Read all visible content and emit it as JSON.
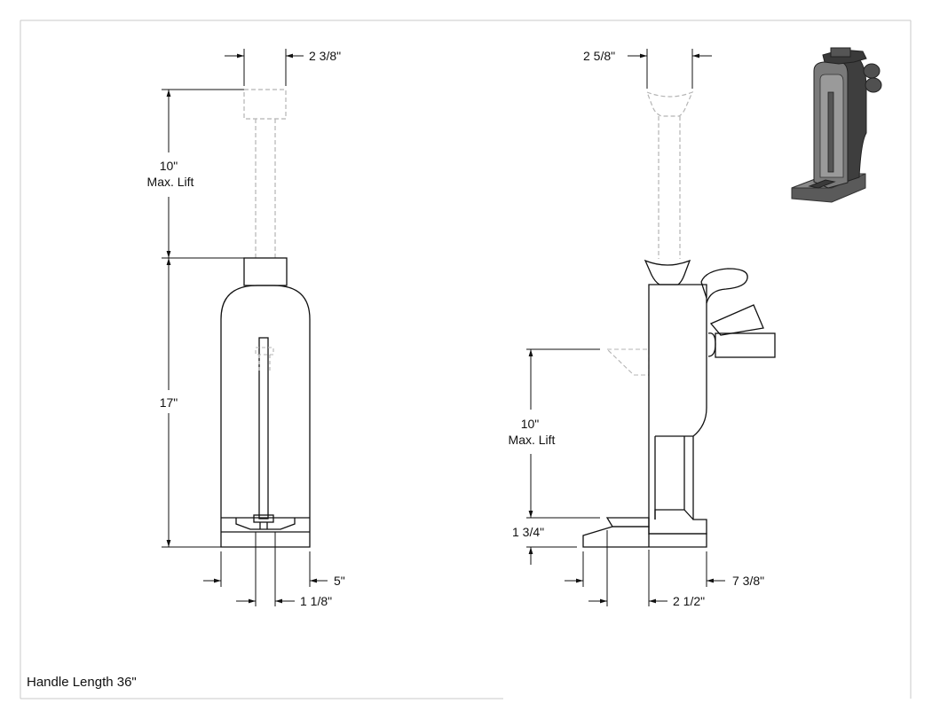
{
  "drawing": {
    "front_view": {
      "dim_ram_width": "2 3/8\"",
      "dim_max_lift_value": "10\"",
      "dim_max_lift_label": "Max. Lift",
      "dim_body_height": "17\"",
      "dim_base_width": "5\"",
      "dim_slot_width": "1 1/8\""
    },
    "side_view": {
      "dim_cap_width": "2 5/8\"",
      "dim_toe_lift_value": "10\"",
      "dim_toe_lift_label": "Max. Lift",
      "dim_toe_height": "1 3/4\"",
      "dim_base_length": "7 3/8\"",
      "dim_toe_offset": "2 1/2\""
    },
    "note": "Handle Length 36\""
  },
  "colors": {
    "line": "#111111",
    "hidden_line": "#b5b5b5",
    "border": "#c8c8c8",
    "iso_dark": "#5a5a5a",
    "iso_mid": "#7a7a7a",
    "iso_light": "#9a9a9a"
  }
}
